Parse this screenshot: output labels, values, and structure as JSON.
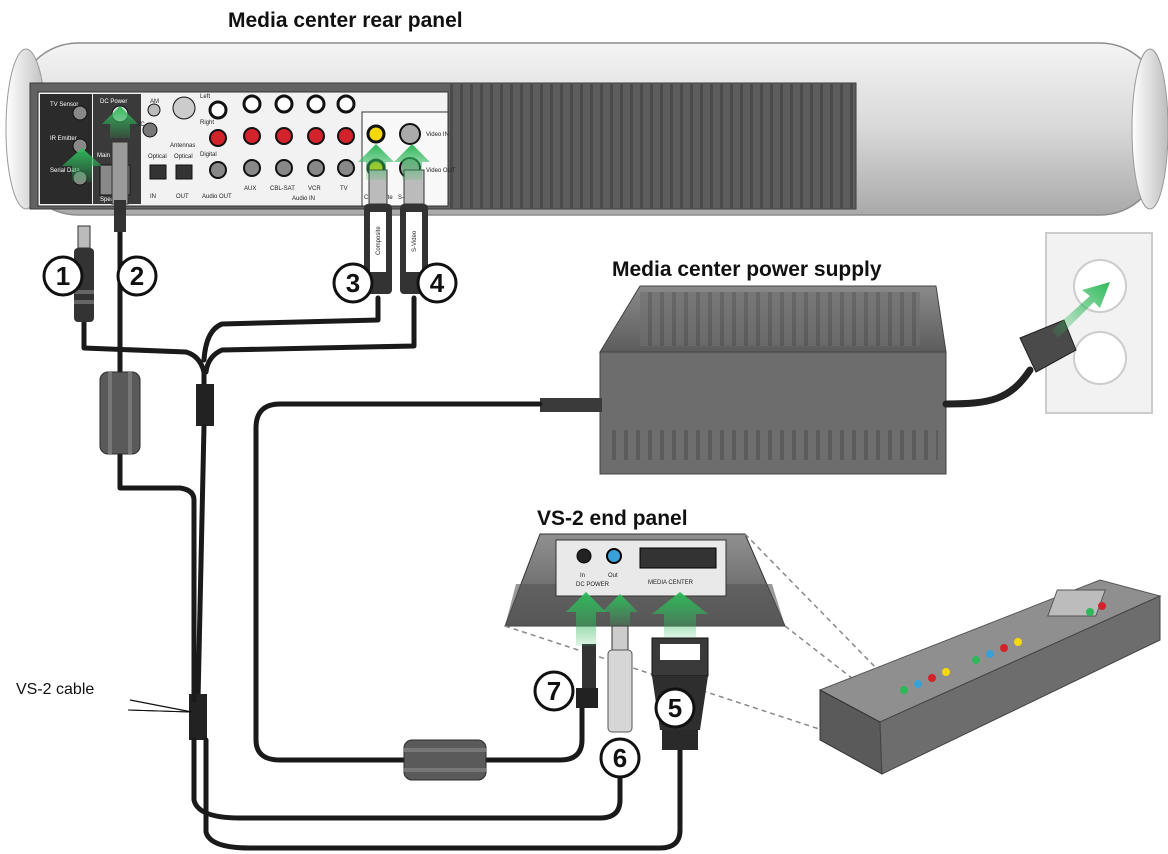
{
  "titles": {
    "rear_panel": "Media center rear panel",
    "power_supply": "Media center power supply",
    "vs2_panel": "VS-2 end panel"
  },
  "callouts": {
    "vs2_cable": "VS-2 cable"
  },
  "rear_panel_labels": {
    "tv_sensor": "TV Sensor",
    "ir_emitter": "IR Emitter",
    "serial_data": "Serial Data",
    "dc_power": "DC Power",
    "main": "Main",
    "speakers": "Speakers",
    "am": "AM",
    "fm": "FM",
    "rc": "RC",
    "antennas": "Antennas",
    "optical_in": "Optical",
    "optical_out": "Optical",
    "in": "IN",
    "out": "OUT",
    "left": "Left",
    "right": "Right",
    "digital": "Digital",
    "audio_out": "Audio OUT",
    "aux": "AUX",
    "cbl_sat": "CBL-SAT",
    "vcr": "VCR",
    "tv": "TV",
    "audio_in": "Audio IN",
    "composite": "Composite",
    "svideo": "S-Video",
    "video_in": "Video IN",
    "video_out": "Video OUT"
  },
  "vs2_labels": {
    "in": "In",
    "out": "Out",
    "dc_power": "DC POWER",
    "media_center": "MEDIA CENTER"
  },
  "plug_labels": {
    "composite": "Composite",
    "svideo": "S-Video"
  },
  "numbers": [
    "1",
    "2",
    "3",
    "4",
    "5",
    "6",
    "7"
  ],
  "colors": {
    "arrow_green": "#2fb85a",
    "housing_gray": "#6b6b6b",
    "rca_red": "#d2232a",
    "rca_yellow": "#f5d90a"
  }
}
